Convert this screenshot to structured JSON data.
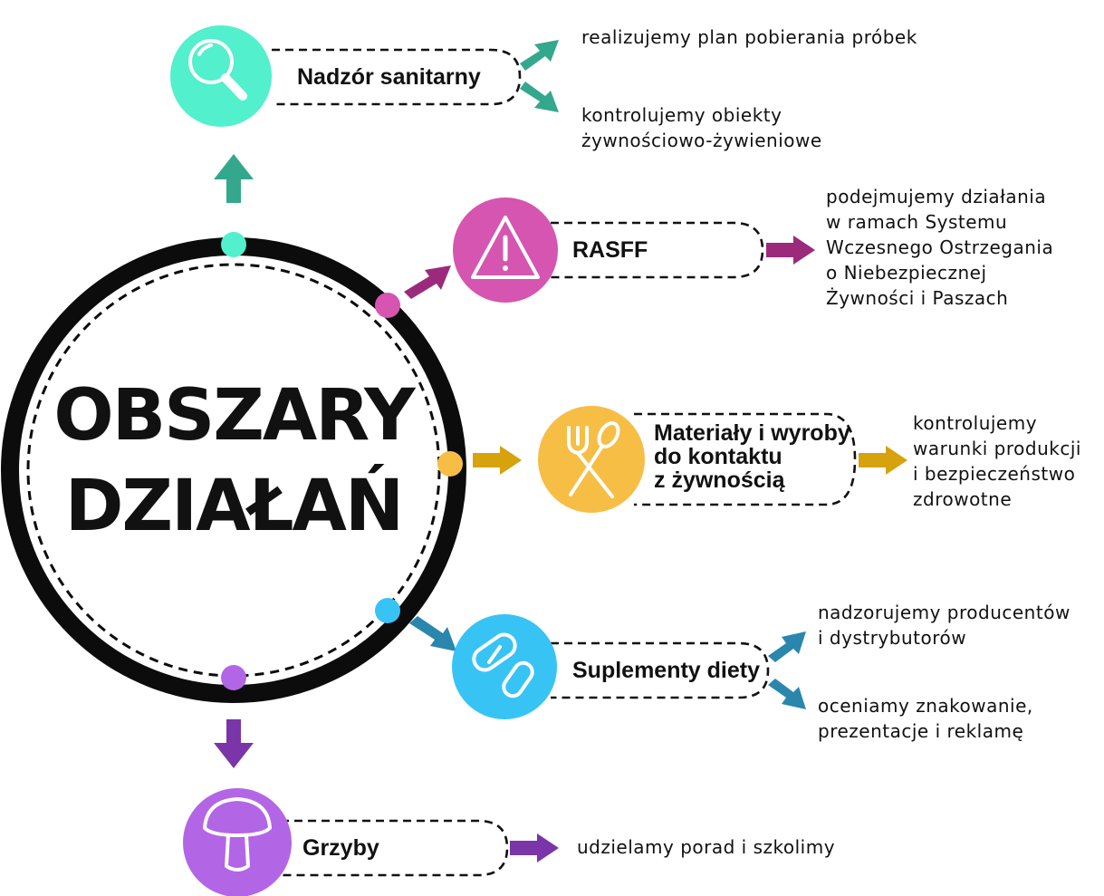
{
  "title": {
    "line1": "OBSZARY",
    "line2": "DZIAŁAŃ"
  },
  "nodes": [
    {
      "label": [
        "Nadzór sanitarny"
      ],
      "icon": "magnifier-icon",
      "color": "#52F0CC",
      "arrow_color": "#34A88C",
      "descriptions": [
        [
          "realizujemy plan pobierania próbek"
        ],
        [
          "kontrolujemy obiekty",
          "żywnościowo-żywieniowe"
        ]
      ]
    },
    {
      "label": [
        "RASFF"
      ],
      "icon": "warning-triangle-icon",
      "color": "#D555B0",
      "arrow_color": "#9B2A7C",
      "descriptions": [
        [
          "podejmujemy działania",
          "w ramach Systemu",
          "Wczesnego Ostrzegania",
          "o Niebezpiecznej",
          "Żywności i Paszach"
        ]
      ]
    },
    {
      "label": [
        "Materiały i wyroby",
        "do kontaktu",
        "z żywnością"
      ],
      "icon": "fork-spoon-icon",
      "color": "#F7BE45",
      "arrow_color": "#D6A20E",
      "descriptions": [
        [
          "kontrolujemy",
          "warunki produkcji",
          "i bezpieczeństwo",
          "zdrowotne"
        ]
      ]
    },
    {
      "label": [
        "Suplementy diety"
      ],
      "icon": "pills-icon",
      "color": "#38C3F5",
      "arrow_color": "#2A86AD",
      "descriptions": [
        [
          "nadzorujemy producentów",
          "i dystrybutorów"
        ],
        [
          "oceniamy znakowanie,",
          "prezentacje i reklamę"
        ]
      ]
    },
    {
      "label": [
        "Grzyby"
      ],
      "icon": "mushroom-icon",
      "color": "#B266E6",
      "arrow_color": "#7A35A8",
      "descriptions": [
        [
          "udzielamy porad i szkolimy"
        ]
      ]
    }
  ]
}
